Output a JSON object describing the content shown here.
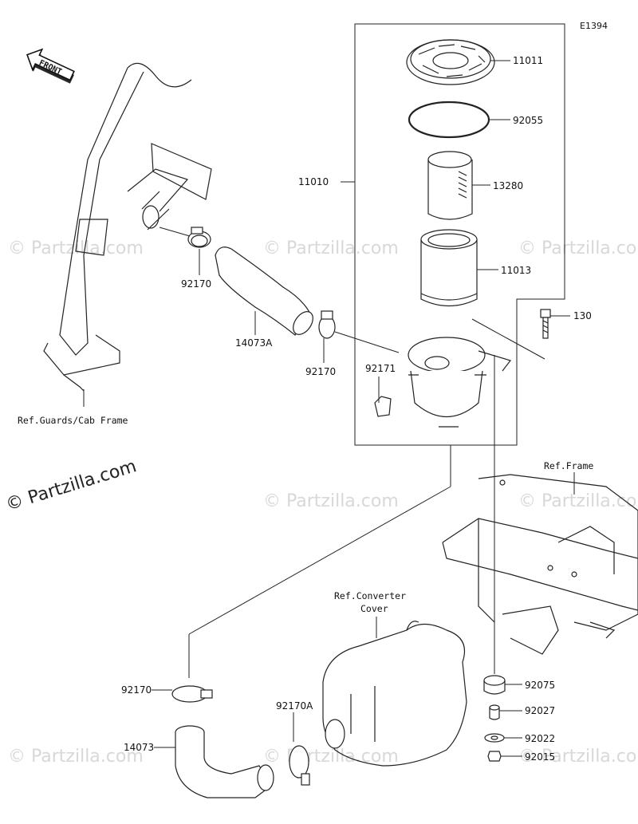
{
  "diagram_code": "E1394",
  "front_label": "FRONT",
  "watermark_main": "© Partzilla.com",
  "watermark_small": "© Partzilla.com",
  "parts": {
    "p11011": "11011",
    "p92055": "92055",
    "p11010": "11010",
    "p13280": "13280",
    "p11013": "11013",
    "p130": "130",
    "p92170_a": "92170",
    "p14073A": "14073A",
    "p92170_b": "92170",
    "p92171": "92171",
    "p92170_c": "92170",
    "p14073": "14073",
    "p92170A": "92170A",
    "p92075": "92075",
    "p92027": "92027",
    "p92022": "92022",
    "p92015": "92015"
  },
  "refs": {
    "guards": "Ref.Guards/Cab Frame",
    "frame": "Ref.Frame",
    "converter_line1": "Ref.Converter",
    "converter_line2": "Cover"
  }
}
